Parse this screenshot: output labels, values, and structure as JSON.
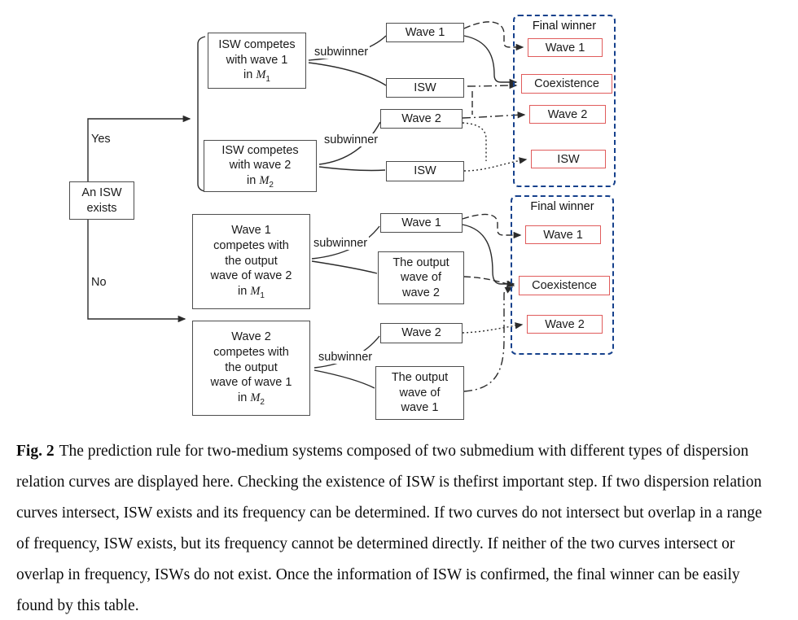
{
  "figure": {
    "caption_label": "Fig. 2",
    "caption_text": "The prediction rule for two-medium systems composed of two submedium with different types of dispersion relation curves are displayed here. Checking the existence of ISW is thefirst important step. If two dispersion relation curves intersect, ISW exists and its frequency can be determined. If two curves do not intersect but overlap in a range of frequency, ISW exists, but its frequency cannot be determined directly. If neither of the two curves intersect or overlap in frequency, ISWs do not exist. Once the information of ISW is confirmed, the final winner can be easily found by this table."
  },
  "colors": {
    "panel_border_blue": "#16418c",
    "result_border_red": "#e05c5c",
    "node_border_gray": "#4d4d4d",
    "line_color": "#2b2b2b"
  },
  "diagram": {
    "yes_label": "Yes",
    "no_label": "No",
    "subwinner_label": "subwinner",
    "final_title": "Final winner",
    "root": {
      "lines": [
        "An ISW",
        "exists"
      ]
    },
    "top": {
      "m1box": {
        "lines": [
          "ISW competes",
          "with wave 1"
        ],
        "in": "in ",
        "m": "M",
        "sub": "1"
      },
      "m2box": {
        "lines": [
          "ISW competes",
          "with wave 2"
        ],
        "in": "in ",
        "m": "M",
        "sub": "2"
      },
      "mid": [
        "Wave 1",
        "ISW",
        "Wave 2",
        "ISW"
      ],
      "final": [
        "Wave 1",
        "Coexistence",
        "Wave 2",
        "ISW"
      ]
    },
    "bottom": {
      "b1box": {
        "lines": [
          "Wave 1",
          "competes with",
          "the output",
          "wave of wave 2"
        ],
        "in": "in ",
        "m": "M",
        "sub": "1"
      },
      "b2box": {
        "lines": [
          "Wave 2",
          "competes with",
          "the output",
          "wave of wave 1"
        ],
        "in": "in ",
        "m": "M",
        "sub": "2"
      },
      "mid_wave1": "Wave 1",
      "mid_out2": {
        "lines": [
          "The output",
          "wave of",
          "wave 2"
        ]
      },
      "mid_wave2": "Wave 2",
      "mid_out1": {
        "lines": [
          "The output",
          "wave of",
          "wave 1"
        ]
      },
      "final": [
        "Wave 1",
        "Coexistence",
        "Wave 2"
      ]
    }
  }
}
